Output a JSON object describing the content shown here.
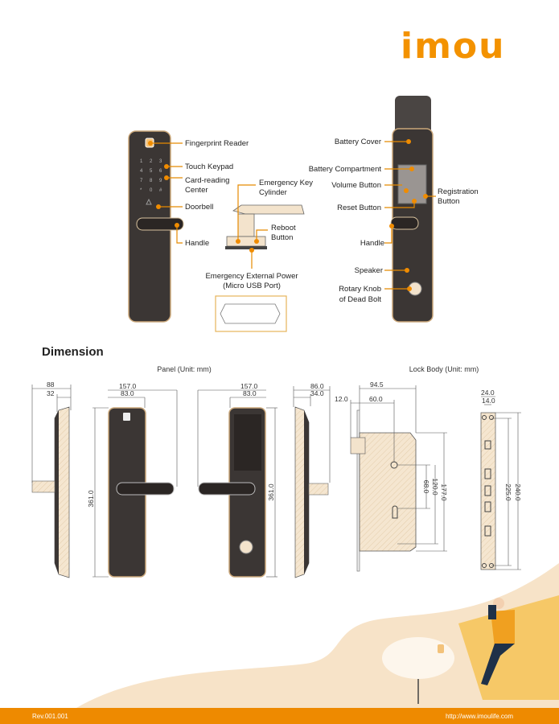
{
  "brand": {
    "logo": "imou",
    "accent": "#f39200"
  },
  "front_labels": {
    "fingerprint": "Fingerprint Reader",
    "keypad": "Touch Keypad",
    "card_1": "Card-reading",
    "card_2": "Center",
    "doorbell": "Doorbell",
    "handle": "Handle"
  },
  "keypad_keys": [
    "1",
    "2",
    "3",
    "4",
    "5",
    "6",
    "7",
    "8",
    "9",
    "*",
    "0",
    "#"
  ],
  "mechanism_labels": {
    "key_cyl_1": "Emergency Key",
    "key_cyl_2": "Cylinder",
    "reboot_1": "Reboot",
    "reboot_2": "Button",
    "power_1": "Emergency External Power",
    "power_2": "(Micro USB Port)"
  },
  "back_labels": {
    "battery_cover": "Battery Cover",
    "battery_compartment": "Battery Compartment",
    "volume": "Volume Button",
    "registration_1": "Registration",
    "registration_2": "Button",
    "reset": "Reset Button",
    "handle": "Handle",
    "speaker": "Speaker",
    "knob_1": "Rotary Knob",
    "knob_2": "of Dead Bolt"
  },
  "dimension": {
    "title": "Dimension",
    "panel_title": "Panel (Unit: mm)",
    "lockbody_title": "Lock Body (Unit: mm)",
    "side1": {
      "total": "88",
      "inner": "32"
    },
    "front": {
      "width": "157.0",
      "panel": "83.0",
      "height": "361.0"
    },
    "back": {
      "width": "157.0",
      "panel": "83.0",
      "height": "361.0"
    },
    "side2": {
      "total": "86.0",
      "inner": "34.0"
    },
    "lock_body": {
      "w_total": "94.5",
      "offset": "12.0",
      "backset": "60.0",
      "d1": "68.0",
      "d2": "120.0",
      "d3": "177.0"
    },
    "faceplate": {
      "w1": "24.0",
      "w2": "14.0",
      "h1": "225.0",
      "h2": "240.0"
    }
  },
  "footer": {
    "rev": "Rev.001.001",
    "url": "http://www.imoulife.com"
  }
}
